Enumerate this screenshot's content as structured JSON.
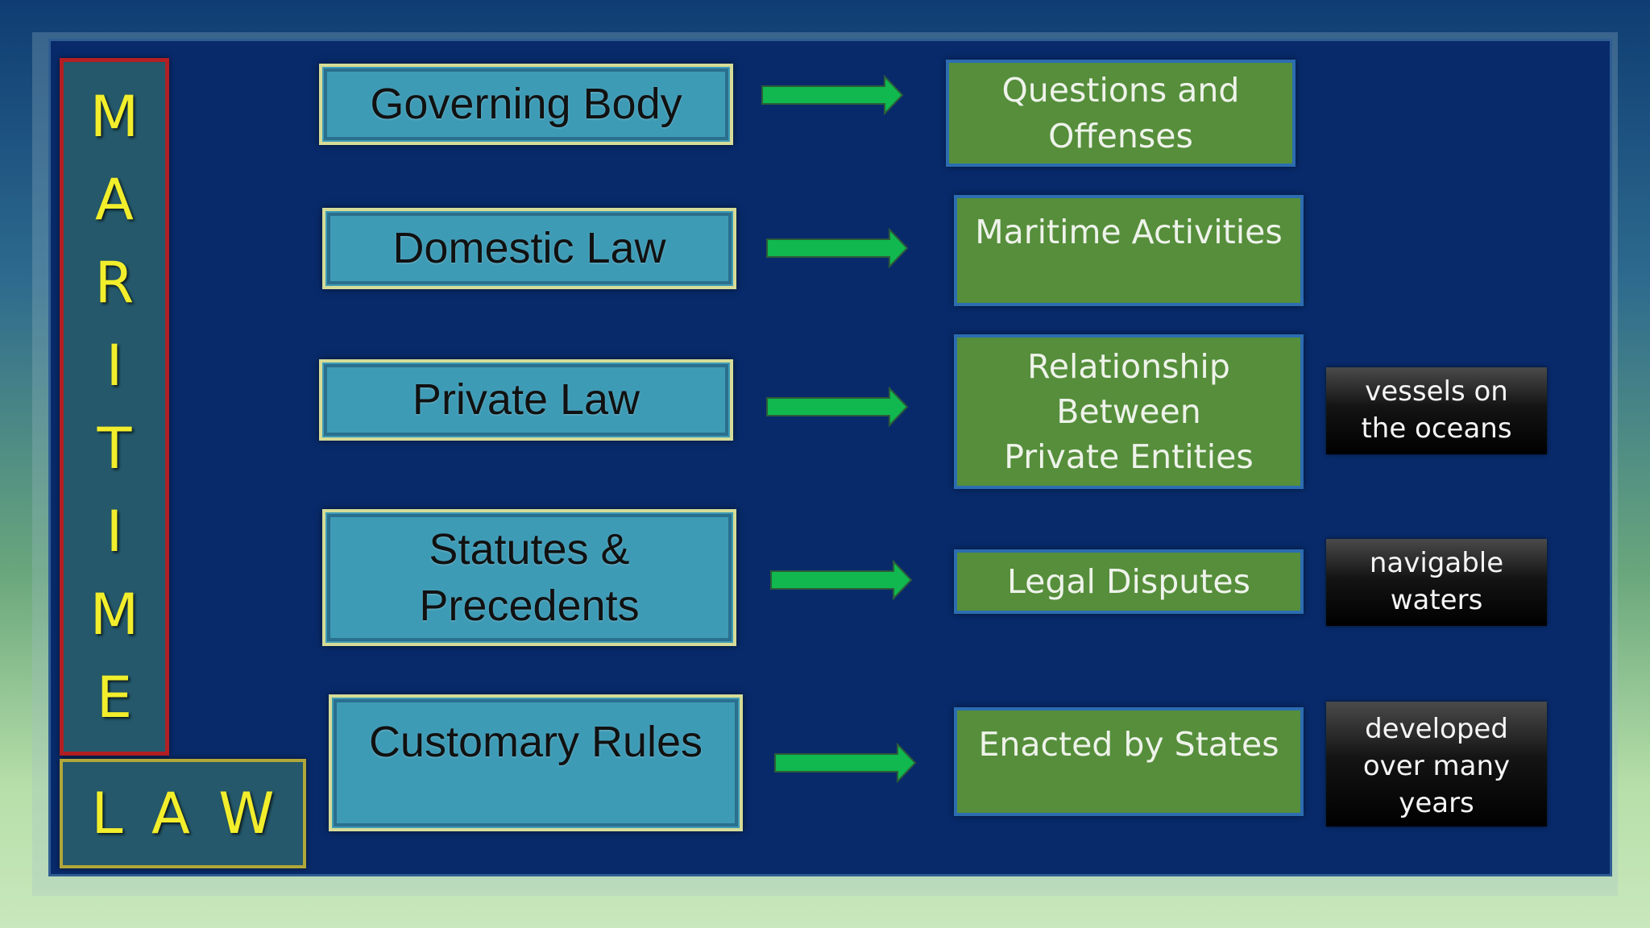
{
  "title": {
    "vertical_letters": [
      "M",
      "A",
      "R",
      "I",
      "T",
      "I",
      "M",
      "E"
    ],
    "horizontal_letters": [
      "L",
      "A",
      "W"
    ]
  },
  "left_boxes": [
    "Governing Body",
    "Domestic Law",
    "Private Law",
    "Statutes & Precedents",
    "Customary Rules"
  ],
  "right_boxes": [
    "Questions and Offenses",
    "Maritime Activities",
    "Relationship Between Private Entities",
    "Legal Disputes",
    "Enacted by States"
  ],
  "notes": [
    "vessels on the oceans",
    "navigable waters",
    "developed over many years"
  ],
  "colors": {
    "accent_letters": "#f2ee2c",
    "blue_box": "#3e9bb6",
    "green_box": "#568e3b",
    "arrow": "#10b84f",
    "panel": "#082a6a"
  }
}
